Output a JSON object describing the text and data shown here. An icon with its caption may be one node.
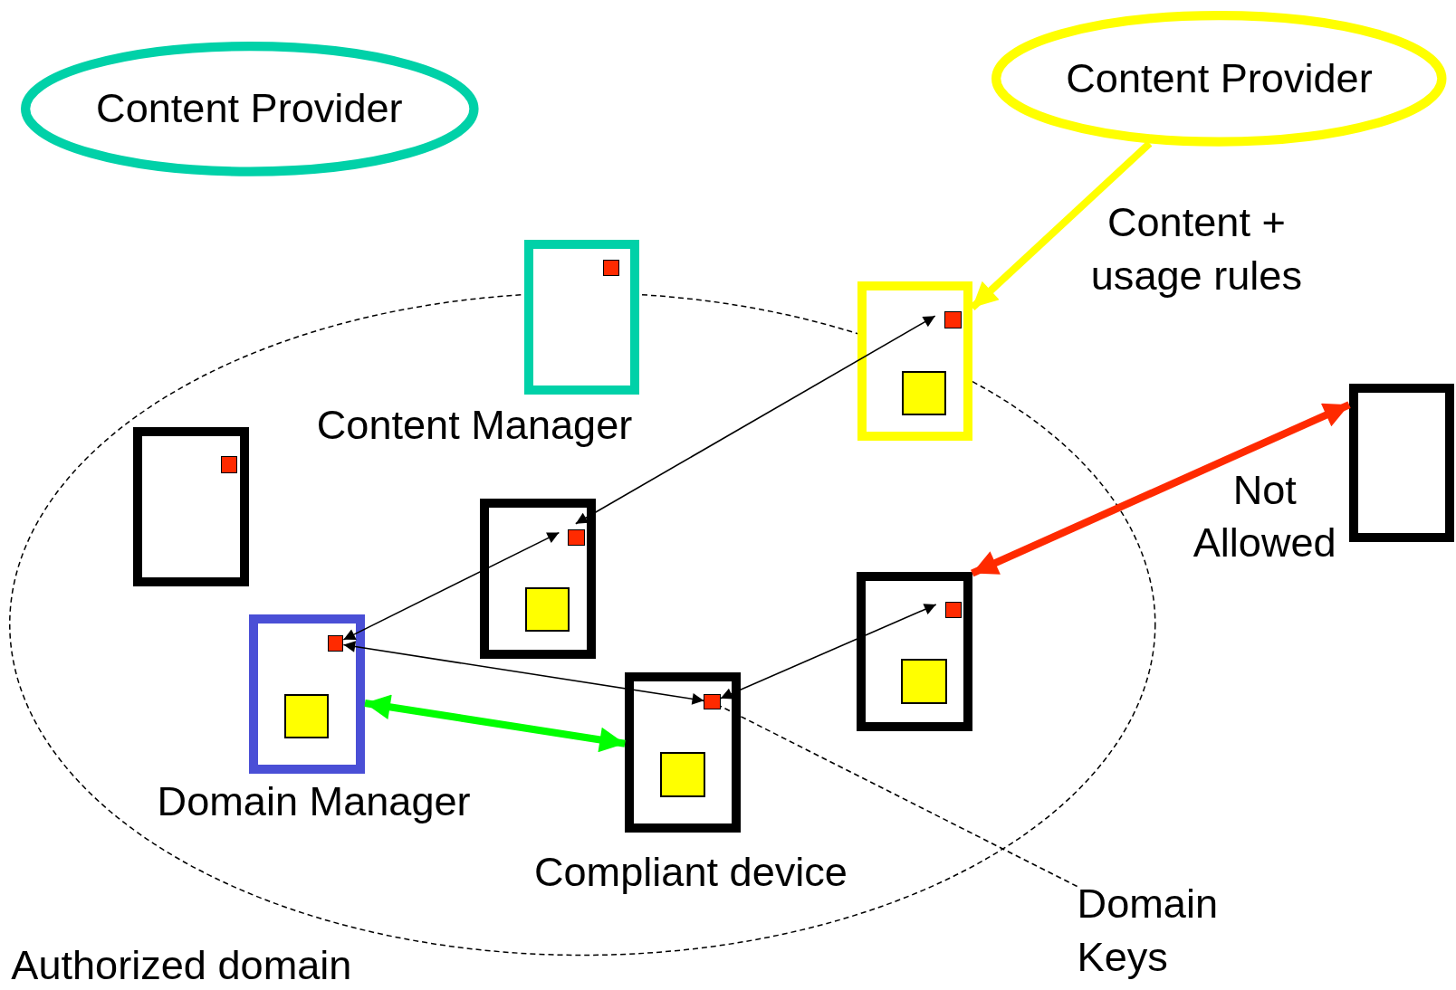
{
  "diagram": {
    "nodes": [
      {
        "text": [
          "Content Provider"
        ]
      },
      {
        "text": [
          "Content Provider"
        ]
      },
      {
        "text": [
          "Authorized domain"
        ]
      },
      {
        "text": [
          "Content Manager"
        ],
        "in": 2
      },
      {
        "text": [],
        "shape": "box",
        "in": 3
      },
      {
        "text": [],
        "shape": "box",
        "in": 2
      },
      {
        "text": [],
        "shape": "box",
        "in": 5
      },
      {
        "text": [],
        "shape": "box"
      },
      {
        "text": [],
        "shape": "box",
        "in": 7
      },
      {
        "text": [],
        "shape": "box",
        "in": 7
      },
      {
        "text": [],
        "shape": "box",
        "in": 2
      },
      {
        "text": [],
        "shape": "box",
        "in": 10
      },
      {
        "text": [],
        "shape": "box",
        "in": 10
      },
      {
        "text": [
          "Domain Manager"
        ],
        "in": 2
      },
      {
        "text": [],
        "shape": "box",
        "in": 13
      },
      {
        "text": [],
        "shape": "box",
        "in": 13
      },
      {
        "text": [
          "Compliant device"
        ],
        "in": 2
      },
      {
        "text": [],
        "shape": "box",
        "in": 16
      },
      {
        "text": [],
        "shape": "box",
        "in": 16
      },
      {
        "text": [],
        "shape": "box",
        "in": 2
      },
      {
        "text": [],
        "shape": "box",
        "in": 19
      },
      {
        "text": [],
        "shape": "box",
        "in": 19
      },
      {
        "text": [],
        "shape": "box"
      },
      {
        "text": [
          "Domain Keys"
        ]
      }
    ],
    "edges": [
      {
        "from": 1,
        "to": 7,
        "arrow": "to",
        "label": "Content + usage rules",
        "style": "thick",
        "color": "#ffff00"
      },
      {
        "from": 11,
        "to": 8,
        "arrow": "both"
      },
      {
        "from": 14,
        "to": 11,
        "arrow": "both"
      },
      {
        "from": 14,
        "to": 17,
        "arrow": "both"
      },
      {
        "from": 17,
        "to": 20,
        "arrow": "both"
      },
      {
        "from": 19,
        "to": 22,
        "arrow": "both",
        "label": "Not Allowed",
        "style": "thick",
        "color": "#ff2a00"
      },
      {
        "from": 13,
        "to": 16,
        "arrow": "both",
        "style": "thick",
        "color": "#00ff00"
      },
      {
        "from": 23,
        "to": 17,
        "arrow": "none",
        "style": "dashed"
      }
    ]
  }
}
